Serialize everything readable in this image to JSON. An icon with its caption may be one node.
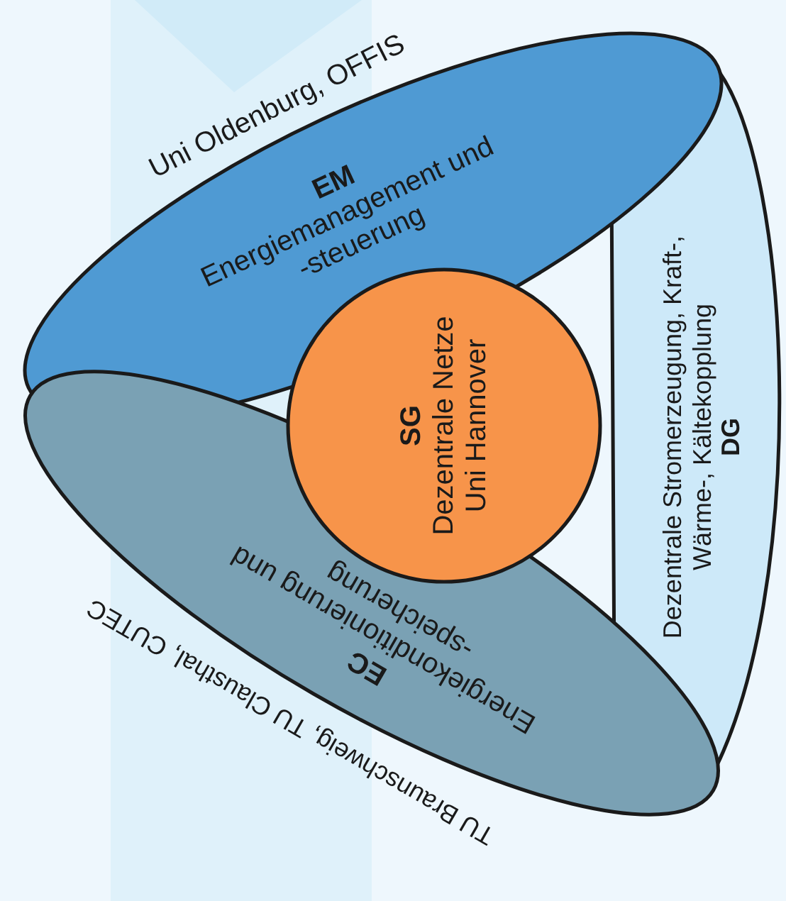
{
  "diagram": {
    "nodes": [
      {
        "text": [
          "EM",
          "Energiemanagement und -steuerung"
        ],
        "beside": [
          "Uni Oldenburg, OFFIS"
        ]
      },
      {
        "text": [
          "Dezentrale Stromerzeugung, Kraft-, Wärme-, Kältekopplung",
          "DG"
        ]
      },
      {
        "text": [
          "EC",
          "Energiekonditionierung und -speicherung"
        ],
        "beside": [
          "TU Braunschweig, TU Clausthal, CUTEC"
        ]
      },
      {
        "text": [
          "SG",
          "Dezentrale Netze",
          "Uni Hannover"
        ]
      }
    ]
  }
}
